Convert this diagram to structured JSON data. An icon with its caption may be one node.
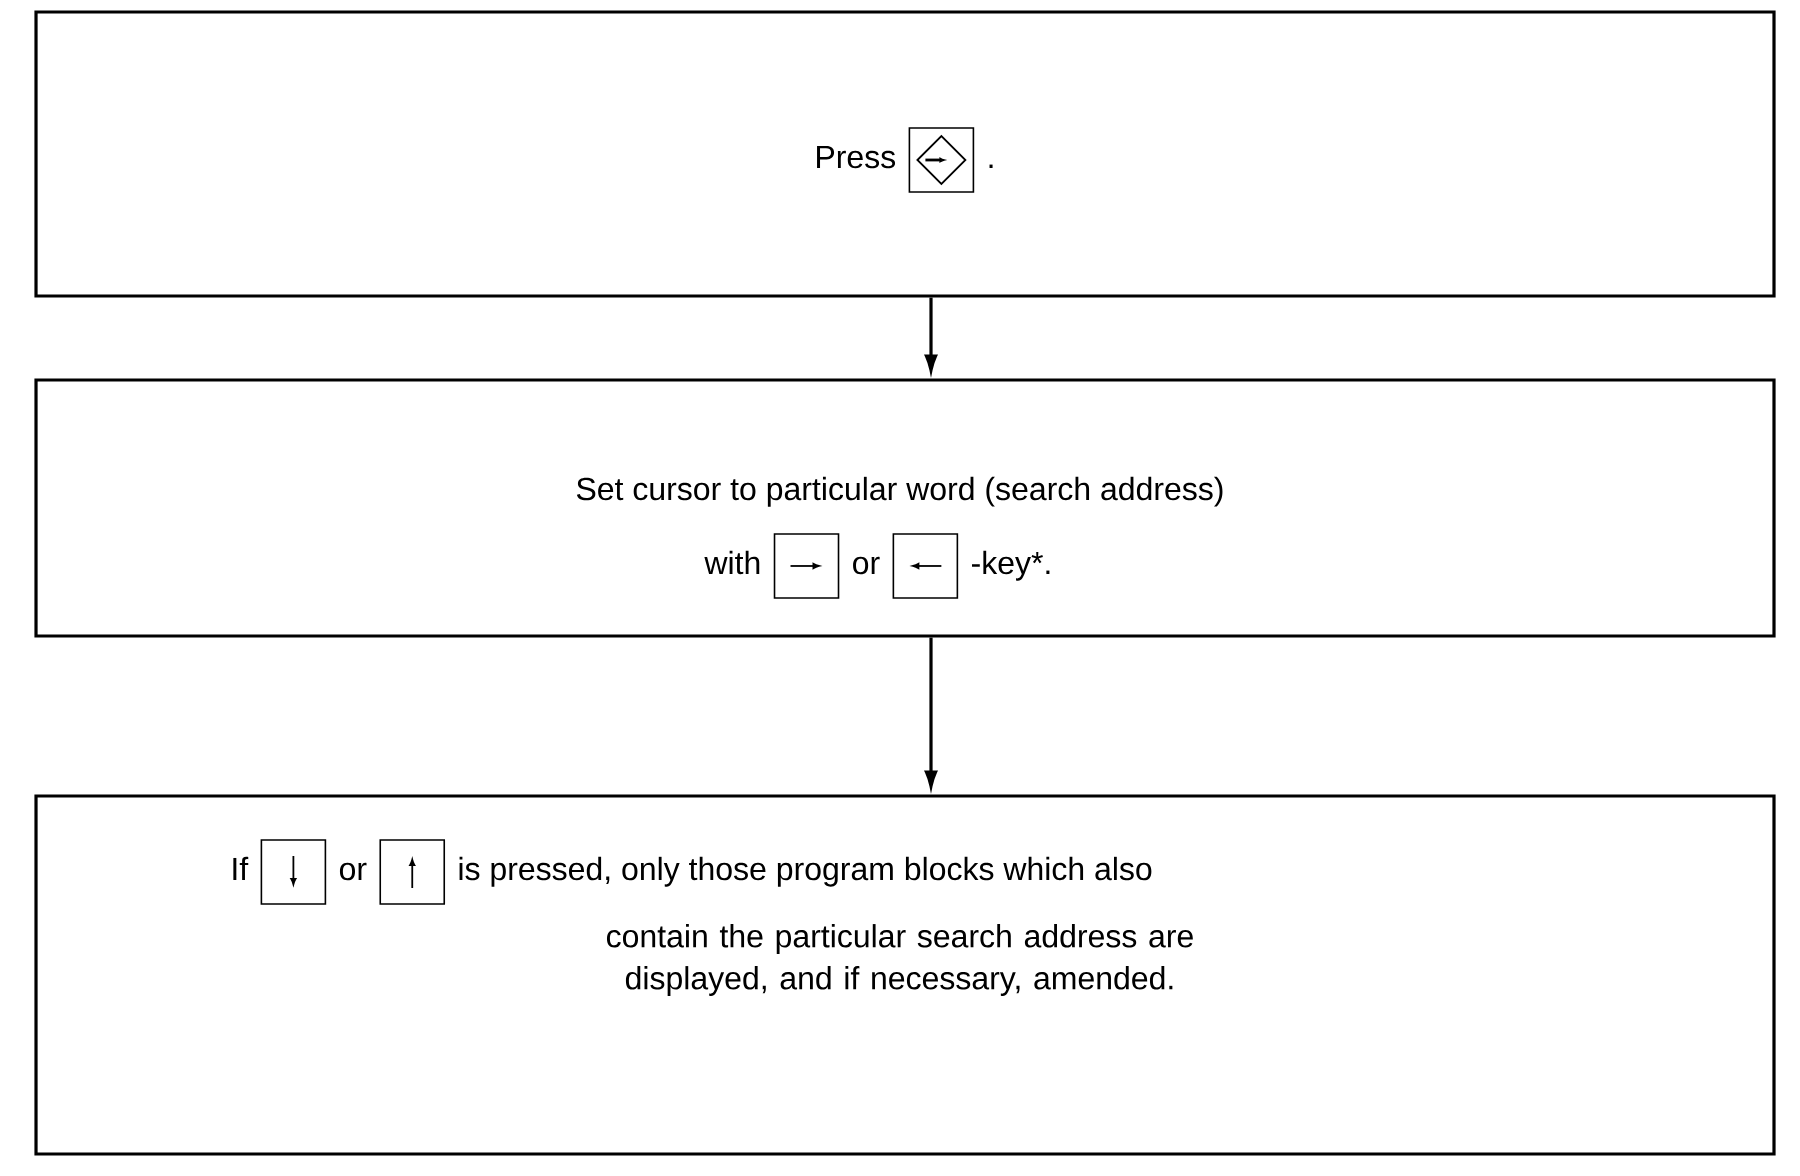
{
  "diagram": {
    "nodes": [
      {
        "text": [
          "Press",
          "."
        ]
      },
      {
        "text": [
          "Set cursor to particular word (search address)",
          "with",
          "or",
          "-key*."
        ]
      },
      {
        "text": [
          "If",
          "or",
          "is pressed, only those program blocks which also",
          "contain the particular search address are displayed, and if necessary, amended."
        ]
      }
    ],
    "edges": [
      {
        "from": 0,
        "to": 1,
        "arrow": "to"
      },
      {
        "from": 1,
        "to": 2,
        "arrow": "to"
      }
    ]
  }
}
